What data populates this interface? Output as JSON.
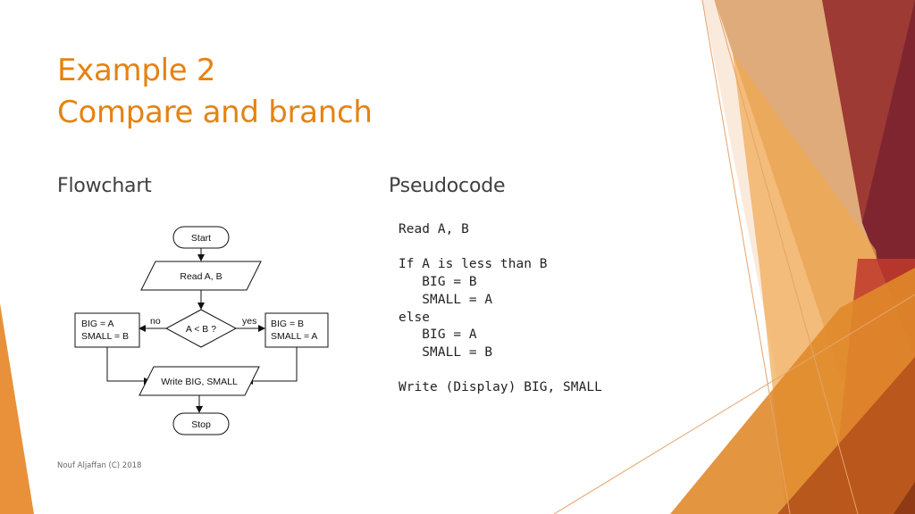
{
  "slide": {
    "title_lines": [
      "Example 2",
      "Compare and branch"
    ],
    "flowchart_heading": "Flowchart",
    "pseudocode_heading": "Pseudocode",
    "footer": "Nouf Aljaffan (C) 2018"
  },
  "flowchart": {
    "start": "Start",
    "read": "Read A, B",
    "decision": "A < B ?",
    "no_label": "no",
    "yes_label": "yes",
    "left_box": [
      "BIG = A",
      "SMALL = B"
    ],
    "right_box": [
      "BIG = B",
      "SMALL = A"
    ],
    "write": "Write BIG, SMALL",
    "stop": "Stop"
  },
  "pseudocode": {
    "lines": [
      "Read A, B",
      "",
      "If A is less than B",
      "   BIG = B",
      "   SMALL = A",
      "else",
      "   BIG = A",
      "   SMALL = B",
      "",
      "Write (Display) BIG, SMALL"
    ]
  },
  "colors": {
    "accent": "#e48312",
    "text": "#404040"
  }
}
